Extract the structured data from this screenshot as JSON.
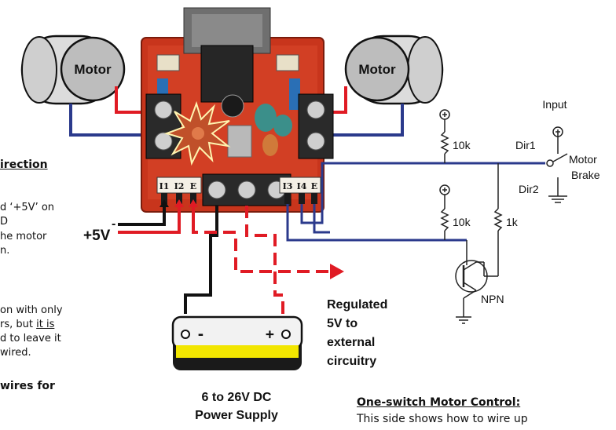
{
  "motor_left": {
    "label": "Motor"
  },
  "motor_right": {
    "label": "Motor"
  },
  "board": {
    "terminals_left": [
      "I1",
      "I2",
      "E"
    ],
    "terminals_right": [
      "I3",
      "I4",
      "E"
    ]
  },
  "power_input": {
    "label": "+5V",
    "minus": "-"
  },
  "battery": {
    "minus": "-",
    "plus": "+",
    "caption_line1": "6 to 26V DC",
    "caption_line2": "Power Supply"
  },
  "regulated_output": {
    "lines": [
      "Regulated",
      "5V to",
      "external",
      "circuitry"
    ]
  },
  "switch_circuit": {
    "input_label": "Input",
    "dir1": "Dir1",
    "dir2": "Dir2",
    "motor_brake_line1": "Motor",
    "motor_brake_line2": "Brake",
    "resistor1": "10k",
    "resistor2": "10k",
    "resistor3": "1k",
    "transistor": "NPN"
  },
  "left_text": {
    "heading_fragment": "irection",
    "lines": [
      "d ‘+5V’ on",
      "D",
      "he motor",
      "n."
    ],
    "para2_line1": "on with only",
    "para2_line2_a": "rs, but ",
    "para2_line2_b": "it is",
    "para2_line3": "d to leave it",
    "para2_line4": " wired.",
    "heading2_fragment": "wires for"
  },
  "bottom_right": {
    "heading": "One-switch Motor Control:",
    "body": "This side shows how to wire up"
  },
  "colors": {
    "wire_red": "#e01b24",
    "wire_blue": "#2b3a8c",
    "wire_black": "#111111",
    "board_red": "#c8351c",
    "battery_yellow": "#f2e600"
  }
}
